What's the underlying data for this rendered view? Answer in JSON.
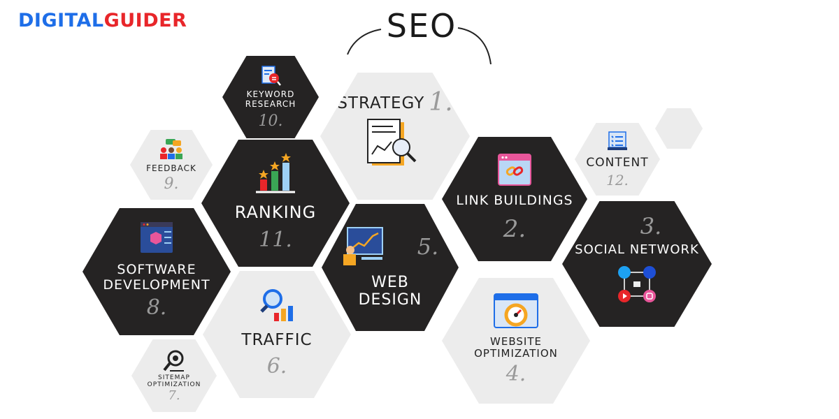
{
  "brand": {
    "part1": "DIGITAL",
    "part2": "GUIDER"
  },
  "title": "SEO",
  "items": {
    "strategy": {
      "label": "STRATEGY",
      "number": "1."
    },
    "link_buildings": {
      "label": "LINK BUILDINGS",
      "number": "2."
    },
    "social_network": {
      "label": "SOCIAL NETWORK",
      "number": "3."
    },
    "website_optimization": {
      "label1": "WEBSITE",
      "label2": "OPTIMIZATION",
      "number": "4."
    },
    "web_design": {
      "label1": "WEB",
      "label2": "DESIGN",
      "number": "5."
    },
    "traffic": {
      "label": "TRAFFIC",
      "number": "6."
    },
    "sitemap_optimization": {
      "label1": "SITEMAP",
      "label2": "OPTIMIZATION",
      "number": "7."
    },
    "software_development": {
      "label1": "SOFTWARE",
      "label2": "DEVELOPMENT",
      "number": "8."
    },
    "feedback": {
      "label": "FEEDBACK",
      "number": "9."
    },
    "keyword_research": {
      "label1": "KEYWORD",
      "label2": "RESEARCH",
      "number": "10."
    },
    "ranking": {
      "label": "RANKING",
      "number": "11."
    },
    "content": {
      "label": "CONTENT",
      "number": "12."
    }
  },
  "colors": {
    "dark_hex": "#252323",
    "light_hex": "#ececec",
    "brand_blue": "#1e6ee8",
    "brand_red": "#e8262a"
  },
  "icons": {
    "strategy": "document-analysis-icon",
    "link_buildings": "link-browser-icon",
    "social_network": "social-media-icon",
    "website_optimization": "speed-gauge-browser-icon",
    "web_design": "designer-chart-icon",
    "traffic": "magnifier-bars-icon",
    "sitemap_optimization": "sitemap-gear-icon",
    "software_development": "software-cube-icon",
    "feedback": "people-chat-icon",
    "keyword_research": "keyword-search-doc-icon",
    "ranking": "star-bar-chart-icon",
    "content": "checklist-icon"
  }
}
